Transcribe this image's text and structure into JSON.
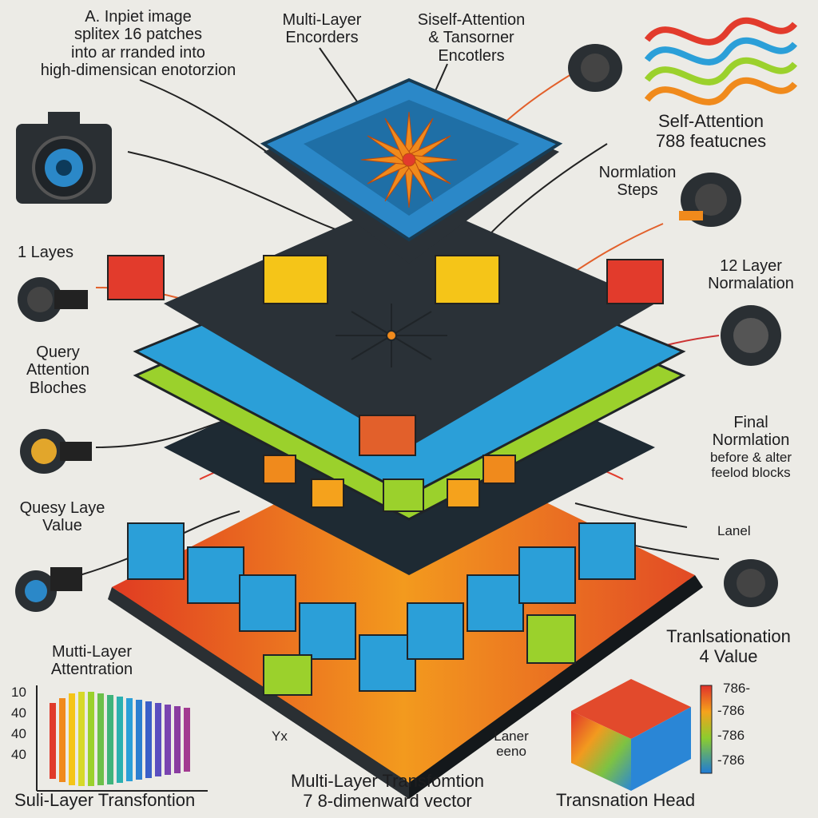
{
  "labels": {
    "input_image": [
      "A. Inpiet image",
      "splitex  16 patches",
      "into ar rranded into",
      "high-dimensican enotorzion"
    ],
    "multi_layer_encoders": [
      "Multi-Layer",
      "Encorders"
    ],
    "self_attention_top": [
      "Siself-Attention",
      "& Tansorner",
      "Encotlers"
    ],
    "self_attention_features": [
      "Self-Attention",
      "788 featucnes"
    ],
    "normalization_steps": [
      "Normlation",
      "Steps"
    ],
    "one_layers": "1 Layes",
    "twelve_layer_norm": [
      "12 Layer",
      "Normalation"
    ],
    "query_attention_blocks": [
      "Query",
      "Attention",
      "Bloches"
    ],
    "final_normalization": [
      "Final",
      "Normlation",
      "before & alter",
      "feelod blocks"
    ],
    "query_layer_value": [
      "Quesy Laye",
      "Value"
    ],
    "lanel_right": "Lanel",
    "translation_value": [
      "Tranlsationation",
      "4 Value"
    ],
    "multi_layer_attention": [
      "Mutti-Layer",
      "Attentration"
    ],
    "yx": "Yx",
    "lanel_bottom": [
      "Laner",
      "eeno"
    ],
    "multi_layer_transformation": [
      "Multi-Layer Transfomtion",
      "7 8-dimenward vector"
    ],
    "suli_layer_transformation": "Suli-Layer Transfontion",
    "translation_head": "Transnation Head",
    "axis_ticks": [
      "10",
      "40",
      "40",
      "40"
    ],
    "scale_ticks": [
      "786-",
      "-786",
      "-786",
      "-786"
    ]
  },
  "colors": {
    "background": "#ecebe6",
    "blue": "#2b9fd8",
    "lime": "#9bd12c",
    "red": "#e23b2c",
    "orange": "#f08a1c",
    "dark": "#1f2428",
    "yellow": "#f5c518"
  },
  "icons": [
    "camera-icon",
    "lens-icon",
    "sunburst-icon",
    "ribbon-icon",
    "gradient-cube-icon"
  ]
}
